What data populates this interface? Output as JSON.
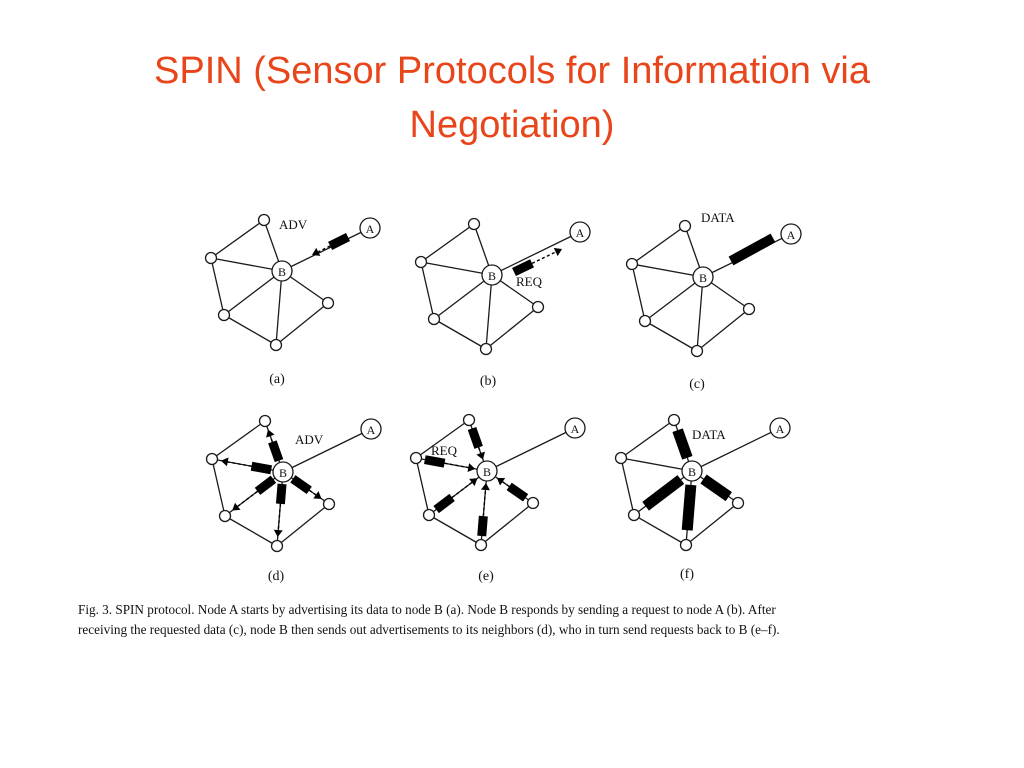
{
  "slide": {
    "title_line1": "SPIN (Sensor Protocols for Information via",
    "title_line2": "Negotiation)",
    "title_color": "#e8451b"
  },
  "diagram": {
    "node_labels": {
      "a": "A",
      "b": "B"
    },
    "panels": [
      {
        "id": "a",
        "label": "(a)",
        "message": "ADV"
      },
      {
        "id": "b",
        "label": "(b)",
        "message": "REQ"
      },
      {
        "id": "c",
        "label": "(c)",
        "message": "DATA"
      },
      {
        "id": "d",
        "label": "(d)",
        "message": "ADV"
      },
      {
        "id": "e",
        "label": "(e)",
        "message": "REQ"
      },
      {
        "id": "f",
        "label": "(f)",
        "message": "DATA"
      }
    ]
  },
  "caption": {
    "line1": "Fig.  3. SPIN protocol. Node A starts by advertising its data to node B (a). Node B responds by sending a request to node A (b). After",
    "line2": "receiving the requested data (c), node B then sends out advertisements to its neighbors (d), who in turn send requests back to B (e–f)."
  }
}
